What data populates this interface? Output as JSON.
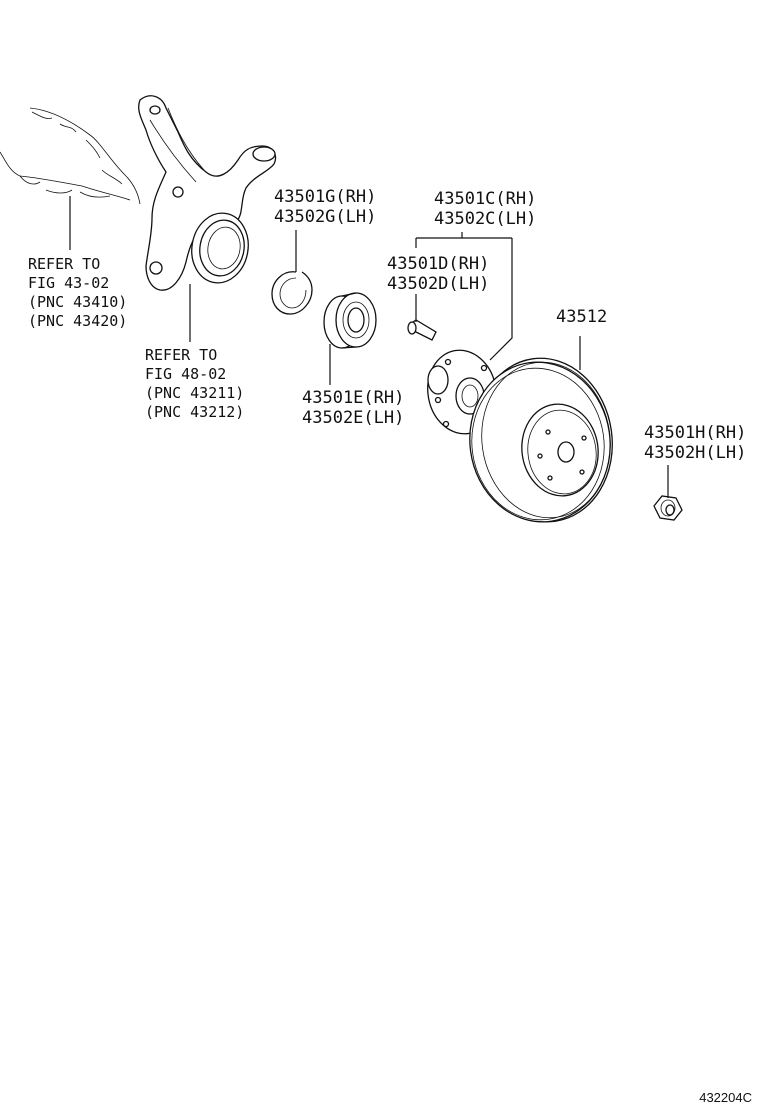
{
  "callouts": {
    "knuckle_ref": [
      "REFER TO",
      "FIG 43-02",
      "(PNC 43410)",
      "(PNC 43420)"
    ],
    "hub_ref": [
      "REFER TO",
      "FIG 48-02",
      "(PNC 43211)",
      "(PNC 43212)"
    ],
    "snap_ring": [
      "43501G(RH)",
      "43502G(LH)"
    ],
    "hub_flange": [
      "43501C(RH)",
      "43502C(LH)"
    ],
    "hub_bolt": [
      "43501D(RH)",
      "43502D(LH)"
    ],
    "bearing": [
      "43501E(RH)",
      "43502E(LH)"
    ],
    "disc": [
      "43512"
    ],
    "nut": [
      "43501H(RH)",
      "43502H(LH)"
    ]
  },
  "figure_id": "432204C"
}
